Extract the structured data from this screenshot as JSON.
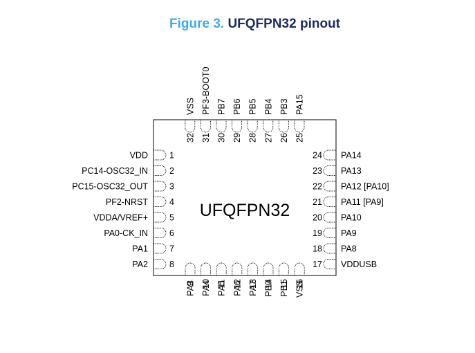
{
  "figure": {
    "label": "Figure 3.",
    "title": "UFQFPN32 pinout"
  },
  "package": {
    "name": "UFQFPN32"
  },
  "pins": {
    "left": [
      {
        "num": "1",
        "name": "VDD"
      },
      {
        "num": "2",
        "name": "PC14-OSC32_IN"
      },
      {
        "num": "3",
        "name": "PC15-OSC32_OUT"
      },
      {
        "num": "4",
        "name": "PF2-NRST"
      },
      {
        "num": "5",
        "name": "VDDA/VREF+"
      },
      {
        "num": "6",
        "name": "PA0-CK_IN"
      },
      {
        "num": "7",
        "name": "PA1"
      },
      {
        "num": "8",
        "name": "PA2"
      }
    ],
    "bottom": [
      {
        "num": "9",
        "name": "PA3"
      },
      {
        "num": "10",
        "name": "PA4"
      },
      {
        "num": "11",
        "name": "PA5"
      },
      {
        "num": "12",
        "name": "PA6"
      },
      {
        "num": "13",
        "name": "PA7"
      },
      {
        "num": "14",
        "name": "PB0"
      },
      {
        "num": "15",
        "name": "PB1"
      },
      {
        "num": "16",
        "name": "VSS"
      }
    ],
    "right": [
      {
        "num": "17",
        "name": "VDDUSB"
      },
      {
        "num": "18",
        "name": "PA8"
      },
      {
        "num": "19",
        "name": "PA9"
      },
      {
        "num": "20",
        "name": "PA10"
      },
      {
        "num": "21",
        "name": "PA11 [PA9]"
      },
      {
        "num": "22",
        "name": "PA12 [PA10]"
      },
      {
        "num": "23",
        "name": "PA13"
      },
      {
        "num": "24",
        "name": "PA14"
      }
    ],
    "top": [
      {
        "num": "25",
        "name": "PA15"
      },
      {
        "num": "26",
        "name": "PB3"
      },
      {
        "num": "27",
        "name": "PB4"
      },
      {
        "num": "28",
        "name": "PB5"
      },
      {
        "num": "29",
        "name": "PB6"
      },
      {
        "num": "30",
        "name": "PB7"
      },
      {
        "num": "31",
        "name": "PF3-BOOT0"
      },
      {
        "num": "32",
        "name": "VSS"
      }
    ]
  }
}
